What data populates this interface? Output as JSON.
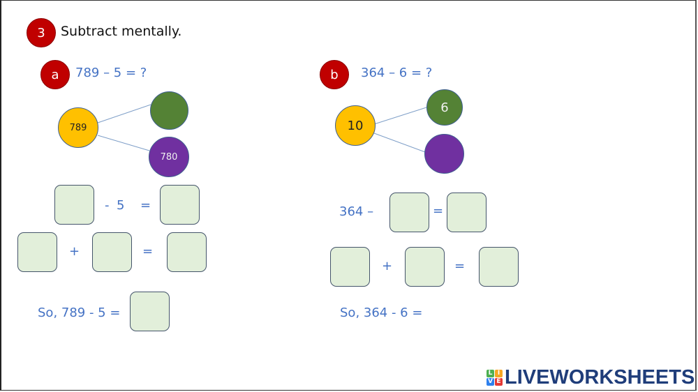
{
  "exercise": {
    "number": "3",
    "instruction": "Subtract mentally.",
    "badge_color": "#c00000"
  },
  "part_a": {
    "label": "a",
    "equation": "789 – 5 = ?",
    "diagram": {
      "whole": {
        "value": "789",
        "color": "#ffc000"
      },
      "part_top": {
        "value": "",
        "color": "#548235"
      },
      "part_bottom": {
        "value": "780",
        "color": "#7030a0"
      }
    },
    "row1": {
      "minus": "-",
      "operand": "5",
      "equals": "="
    },
    "row2": {
      "plus": "+",
      "equals": "="
    },
    "conclusion": "So, 789 - 5 ="
  },
  "part_b": {
    "label": "b",
    "equation": "364 – 6 = ?",
    "diagram": {
      "whole": {
        "value": "10",
        "color": "#ffc000"
      },
      "part_top": {
        "value": "6",
        "color": "#548235"
      },
      "part_bottom": {
        "value": "",
        "color": "#7030a0"
      }
    },
    "row1": {
      "prefix": "364 –",
      "equals": "="
    },
    "row2": {
      "plus": "+",
      "equals": "="
    },
    "conclusion": "So, 364 - 6 ="
  },
  "logo": {
    "tiles": [
      "L",
      "I",
      "V",
      "E"
    ],
    "tile_colors": [
      "#4caf50",
      "#f5a623",
      "#2f80ed",
      "#e53935"
    ],
    "text": "LIVEWORKSHEETS"
  },
  "colors": {
    "text_blue": "#4472c4",
    "answer_box": "#e2efda"
  }
}
